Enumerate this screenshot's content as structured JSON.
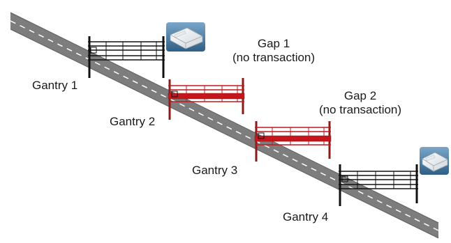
{
  "gantries": [
    {
      "label": "Gantry 1",
      "status": "normal"
    },
    {
      "label": "Gantry 2",
      "status": "gap"
    },
    {
      "label": "Gantry 3",
      "status": "gap"
    },
    {
      "label": "Gantry 4",
      "status": "normal"
    }
  ],
  "gaps": [
    {
      "title": "Gap 1",
      "note": "(no transaction)"
    },
    {
      "title": "Gap 2",
      "note": "(no transaction)"
    }
  ],
  "colors": {
    "road": "#7d7d7d",
    "road_edge": "#5f5f5f",
    "lane_marking": "#ffffff",
    "gantry_normal": "#111111",
    "gantry_gap": "#c4161c",
    "pole_gap": "#8b1a1a"
  },
  "icons": [
    "reader-device-icon",
    "reader-device-icon"
  ]
}
